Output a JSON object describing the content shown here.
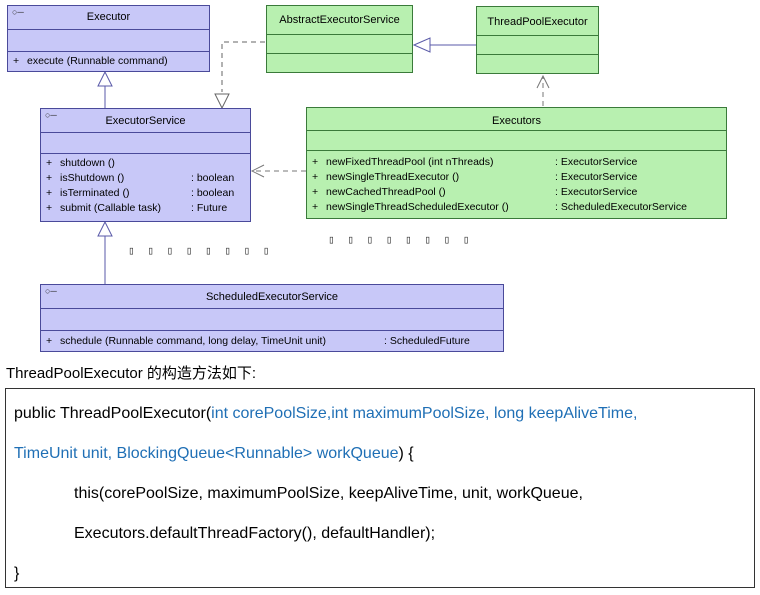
{
  "classes": {
    "executor": {
      "name": "Executor",
      "ops": [
        {
          "sig": "execute (Runnable command)",
          "ret": ""
        }
      ]
    },
    "executor_service": {
      "name": "ExecutorService",
      "ops": [
        {
          "sig": "shutdown ()",
          "ret": ""
        },
        {
          "sig": "isShutdown ()",
          "ret": ": boolean"
        },
        {
          "sig": "isTerminated ()",
          "ret": ": boolean"
        },
        {
          "sig": "submit (Callable task)",
          "ret": ": Future"
        }
      ]
    },
    "abstract_executor_service": {
      "name": "AbstractExecutorService"
    },
    "thread_pool_executor": {
      "name": "ThreadPoolExecutor"
    },
    "executors": {
      "name": "Executors",
      "ops": [
        {
          "sig": "newFixedThreadPool (int nThreads)",
          "ret": ": ExecutorService"
        },
        {
          "sig": "newSingleThreadExecutor ()",
          "ret": ": ExecutorService"
        },
        {
          "sig": "newCachedThreadPool ()",
          "ret": ": ExecutorService"
        },
        {
          "sig": "newSingleThreadScheduledExecutor ()",
          "ret": ": ScheduledExecutorService"
        }
      ]
    },
    "scheduled_executor_service": {
      "name": "ScheduledExecutorService",
      "ops": [
        {
          "sig": "schedule (Runnable command, long delay, TimeUnit unit)",
          "ret": ": ScheduledFuture"
        }
      ]
    }
  },
  "stereotype_glyph": "○─",
  "op_prefix": "+",
  "placeholder_glyphs_left": "▯ ▯ ▯ ▯ ▯ ▯ ▯ ▯",
  "placeholder_glyphs_right": "▯ ▯ ▯ ▯ ▯ ▯ ▯ ▯",
  "caption": "ThreadPoolExecutor 的构造方法如下:",
  "code": {
    "line1_plain": "public ThreadPoolExecutor(",
    "line1_params": "int corePoolSize,int maximumPoolSize, long keepAliveTime,",
    "line2_params": "TimeUnit unit, BlockingQueue<Runnable> workQueue",
    "line2_tail": ") {",
    "line3": "this(corePoolSize, maximumPoolSize, keepAliveTime, unit, workQueue,",
    "line4": "Executors.defaultThreadFactory(), defaultHandler);",
    "line5": "}"
  },
  "colors": {
    "interface_fill": "#c8c8f8",
    "class_fill": "#b8f0b0",
    "keyword_blue": "#1f6fb5"
  }
}
